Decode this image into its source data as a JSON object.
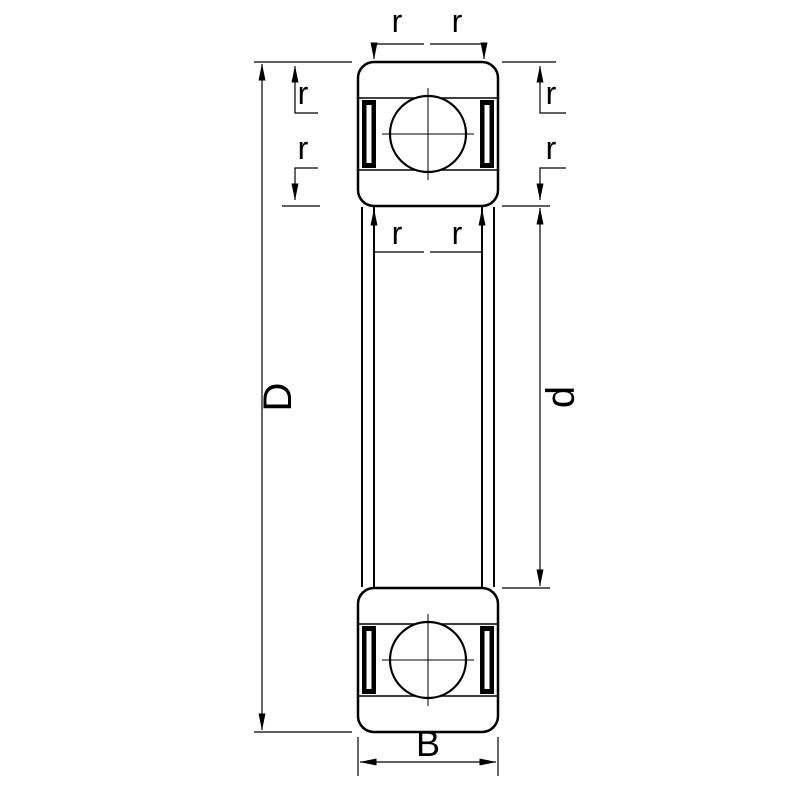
{
  "figure": {
    "labels": {
      "outer_diameter": "D",
      "bore_diameter": "d",
      "width": "B",
      "radius": "r"
    },
    "colors": {
      "line": "#000000",
      "background": "#ffffff"
    }
  }
}
